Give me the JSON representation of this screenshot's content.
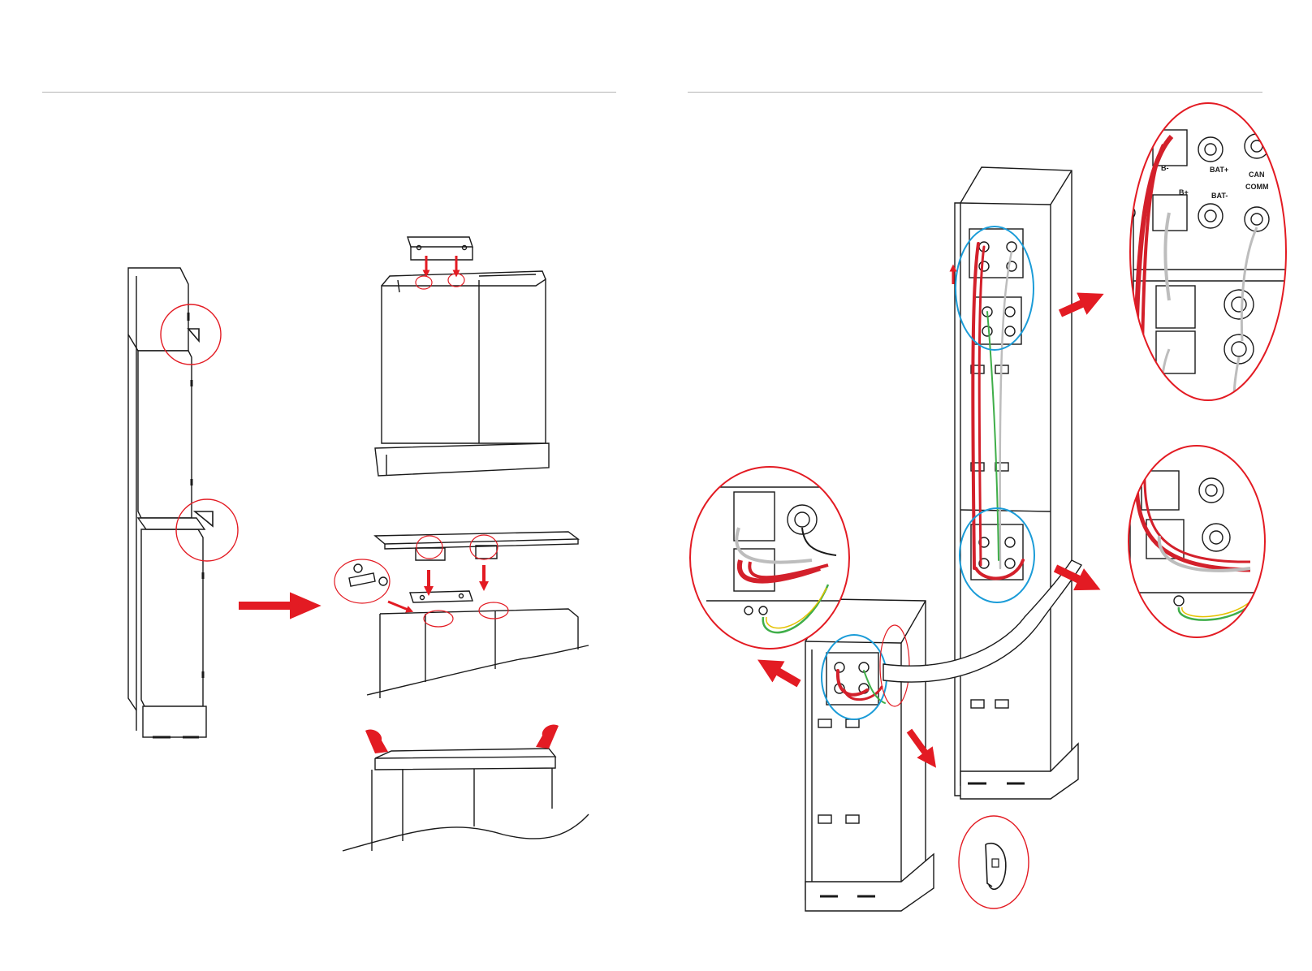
{
  "colors": {
    "line": "#1a1a1a",
    "accent": "#e31b23",
    "cable_red": "#d3202b",
    "cable_grey": "#bdbdbd",
    "cable_green": "#3fae49",
    "cable_yellow": "#e5c200",
    "highlight_blue": "#1b9cd8",
    "rule": "#b5b5b5"
  },
  "labels": {
    "bat_plus": "BAT+",
    "bat_minus": "BAT-",
    "b_plus": "B+",
    "b_minus": "B-",
    "can": "CAN",
    "comm": "COMM"
  }
}
